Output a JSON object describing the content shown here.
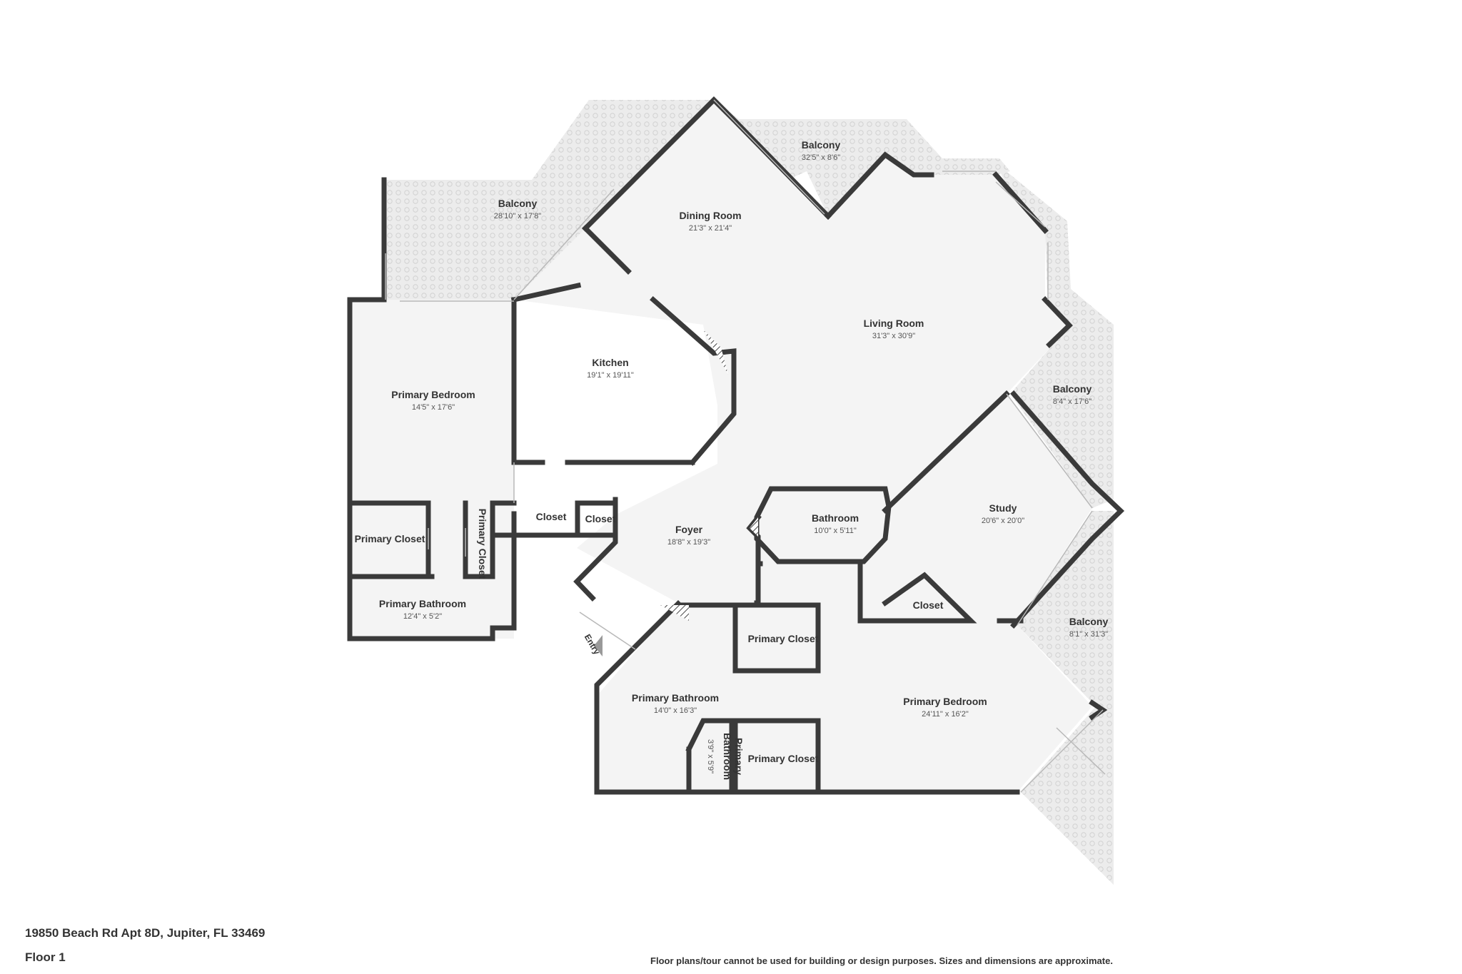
{
  "rooms": {
    "balcony_nw": {
      "name": "Balcony",
      "dims": "28'10\" x 17'8\""
    },
    "balcony_n": {
      "name": "Balcony",
      "dims": "32'5\" x 8'6\""
    },
    "dining_room": {
      "name": "Dining Room",
      "dims": "21'3\" x 21'4\""
    },
    "living_room": {
      "name": "Living Room",
      "dims": "31'3\" x 30'9\""
    },
    "kitchen": {
      "name": "Kitchen",
      "dims": "19'1\" x 19'11\""
    },
    "primary_bedroom_w": {
      "name": "Primary Bedroom",
      "dims": "14'5\" x 17'6\""
    },
    "balcony_e": {
      "name": "Balcony",
      "dims": "8'4\" x 17'6\""
    },
    "study": {
      "name": "Study",
      "dims": "20'6\" x 20'0\""
    },
    "closet_1": {
      "name": "Closet"
    },
    "closet_2": {
      "name": "Closet"
    },
    "foyer": {
      "name": "Foyer",
      "dims": "18'8\" x 19'3\""
    },
    "bathroom": {
      "name": "Bathroom",
      "dims": "10'0\" x 5'11\""
    },
    "primary_closet_w": {
      "name": "Primary Closet"
    },
    "primary_closet_vert": {
      "name": "Primary Closet"
    },
    "primary_bathroom_w": {
      "name": "Primary Bathroom",
      "dims": "12'4\" x 5'2\""
    },
    "closet_3": {
      "name": "Closet"
    },
    "balcony_se": {
      "name": "Balcony",
      "dims": "8'1\" x 31'3\""
    },
    "primary_closet_s1": {
      "name": "Primary Closet"
    },
    "primary_bathroom_s": {
      "name": "Primary Bathroom",
      "dims": "14'0\" x 16'3\""
    },
    "primary_bedroom_s": {
      "name": "Primary Bedroom",
      "dims": "24'11\" x 16'2\""
    },
    "primary_closet_s2": {
      "name": "Primary Closet"
    },
    "primary_bathroom_small": {
      "name_line1": "Primary",
      "name_line2": "Bathroom",
      "dims": "3'9\" x 5'9\""
    }
  },
  "entry_label": "Entry",
  "footer": {
    "address": "19850 Beach Rd Apt 8D, Jupiter, FL 33469",
    "floor": "Floor 1",
    "disclaimer": "Floor plans/tour cannot be used for building or design purposes. Sizes and dimensions are approximate."
  },
  "colors": {
    "wall": "#3a3a3a",
    "room_fill": "#f4f4f4",
    "balcony_fill": "#ececec",
    "text": "#333333"
  }
}
